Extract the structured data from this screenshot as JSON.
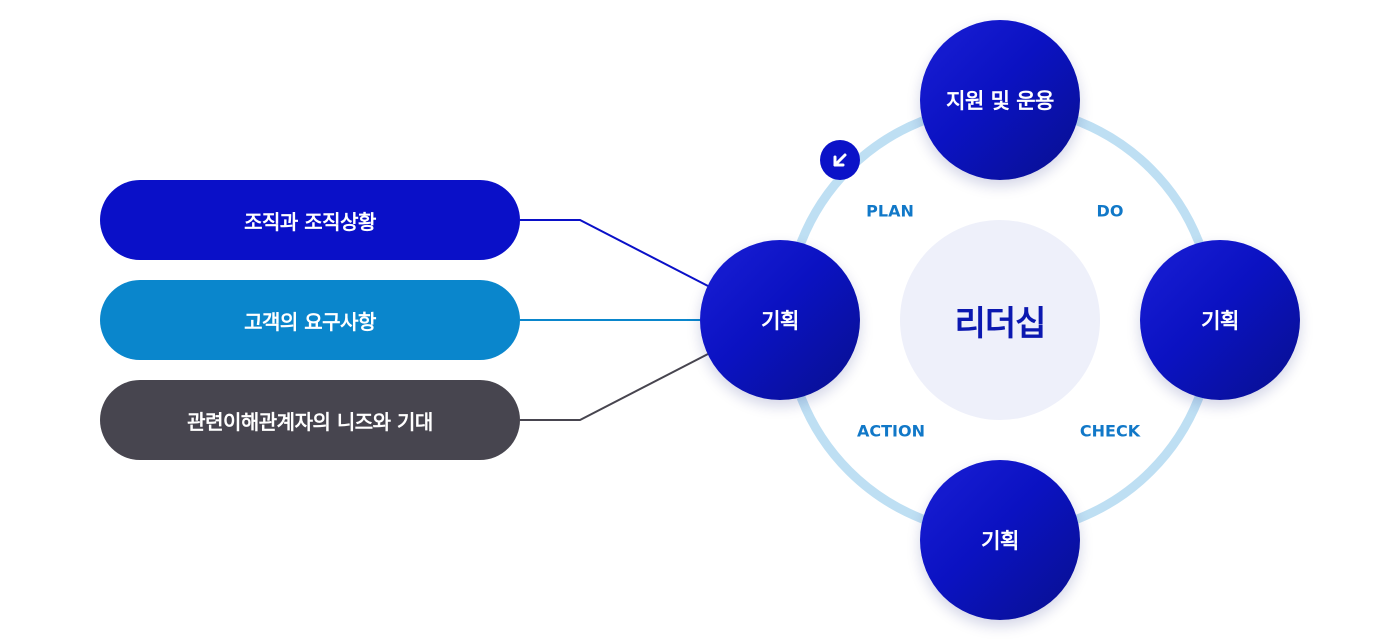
{
  "inputs": [
    {
      "label": "조직과 조직상황",
      "color": "#0a10c8"
    },
    {
      "label": "고객의 요구사항",
      "color": "#0a86cc"
    },
    {
      "label": "관련이해관계자의 니즈와 기대",
      "color": "#47454f"
    }
  ],
  "cycle": {
    "center_label": "리더십",
    "nodes": {
      "top": "지원 및 운용",
      "left": "기획",
      "right": "기획",
      "bottom": "기획"
    },
    "phases": {
      "plan": "PLAN",
      "do": "DO",
      "action": "ACTION",
      "check": "CHECK"
    },
    "direction_icon": "arrow-down-left-icon",
    "ring_color": "#bedff3",
    "node_color": "#0b12c2",
    "phase_color": "#1178c8"
  }
}
